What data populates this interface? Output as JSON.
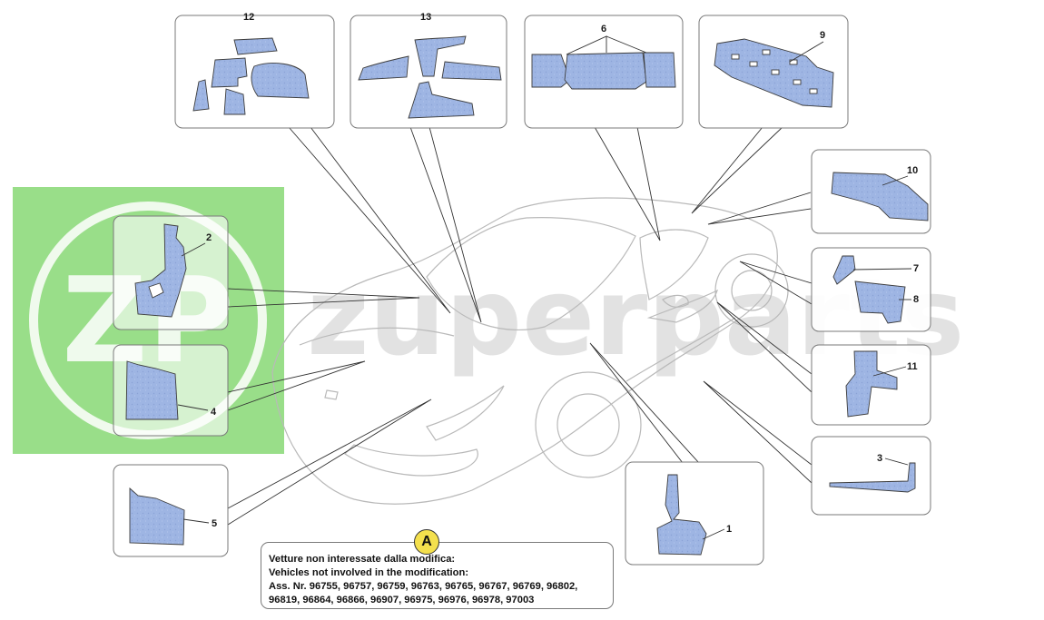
{
  "watermark": {
    "logo_text": "ZP",
    "brand_text": "zuperparts",
    "logo_color": "#7fd66b"
  },
  "part_fill_color": "#9eb5e3",
  "callouts": [
    {
      "num": "1"
    },
    {
      "num": "2"
    },
    {
      "num": "3"
    },
    {
      "num": "4"
    },
    {
      "num": "5"
    },
    {
      "num": "6"
    },
    {
      "num": "7"
    },
    {
      "num": "8"
    },
    {
      "num": "9"
    },
    {
      "num": "10"
    },
    {
      "num": "11"
    },
    {
      "num": "12"
    },
    {
      "num": "13"
    }
  ],
  "note": {
    "badge": "A",
    "line1": "Vetture non interessate dalla modifica:",
    "line2": "Vehicles not involved in the modification:",
    "line3": "Ass. Nr. 96755, 96757, 96759, 96763, 96765, 96767, 96769, 96802,",
    "line4": "96819, 96864, 96866, 96907, 96975, 96976, 96978, 97003"
  }
}
